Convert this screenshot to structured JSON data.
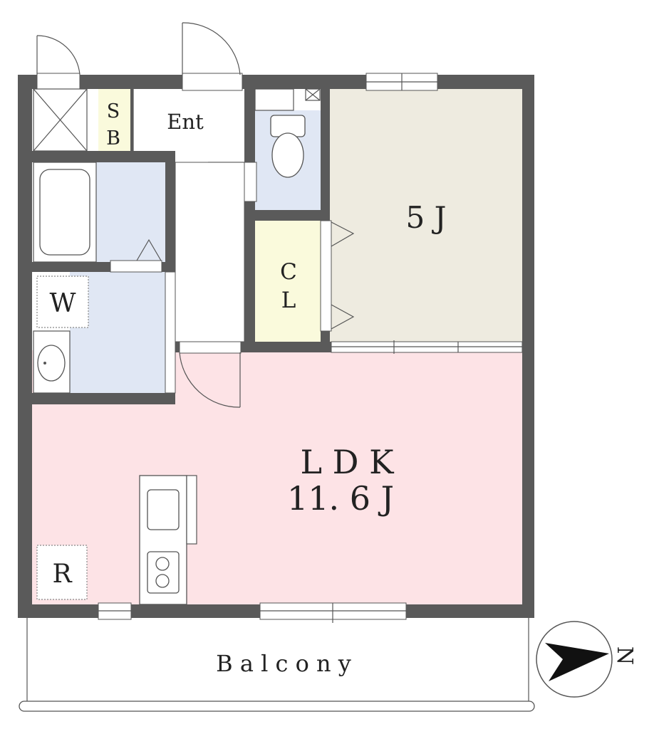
{
  "rooms": {
    "sb": {
      "line1": "S",
      "line2": "B"
    },
    "ent": "Ent",
    "main_room": "5 J",
    "closet": {
      "line1": "C",
      "line2": "L"
    },
    "washer": "W",
    "ldk": {
      "line1": "L D K",
      "line2": "11. 6 J"
    },
    "refrigerator": "R",
    "balcony": "B a l c o n y"
  },
  "compass": {
    "label": "N"
  },
  "colors": {
    "wall": "#5a5a5a",
    "ldk": "#fde3e6",
    "main_room": "#eeebe0",
    "wet_area": "#e0e7f4",
    "storage": "#fafadc",
    "background": "#ffffff"
  }
}
